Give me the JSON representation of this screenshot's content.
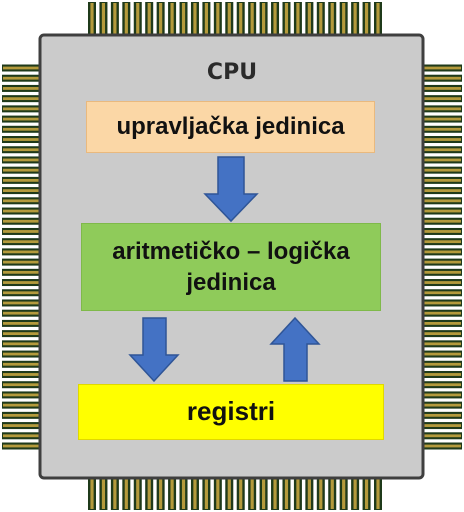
{
  "title": "CPU",
  "blocks": {
    "control_unit": "upravljačka jedinica",
    "alu": "aritmetičko – logička jedinica",
    "registers": "registri"
  },
  "colors": {
    "chip_body": "#cbcbcb",
    "chip_border": "#3f3f3f",
    "pin_outline": "#1f3a1a",
    "pin_gold": "#b49a3c",
    "control_unit_fill": "#fbd7a6",
    "alu_fill": "#8fcb5a",
    "registers_fill": "#ffff00",
    "arrow_fill": "#4472c4",
    "arrow_stroke": "#2f5597"
  }
}
